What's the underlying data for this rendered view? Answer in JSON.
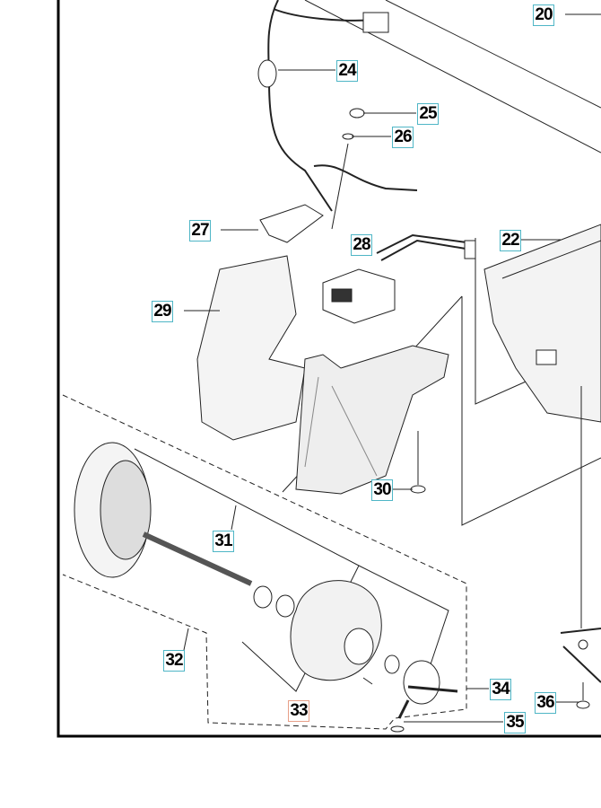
{
  "diagram": {
    "callouts": [
      {
        "id": "20",
        "label": "20"
      },
      {
        "id": "24",
        "label": "24"
      },
      {
        "id": "25",
        "label": "25"
      },
      {
        "id": "26",
        "label": "26"
      },
      {
        "id": "27",
        "label": "27"
      },
      {
        "id": "22",
        "label": "22"
      },
      {
        "id": "28",
        "label": "28"
      },
      {
        "id": "29",
        "label": "29"
      },
      {
        "id": "30",
        "label": "30"
      },
      {
        "id": "31",
        "label": "31"
      },
      {
        "id": "32",
        "label": "32"
      },
      {
        "id": "33",
        "label": "33"
      },
      {
        "id": "34",
        "label": "34"
      },
      {
        "id": "36",
        "label": "36"
      },
      {
        "id": "35",
        "label": "35"
      }
    ],
    "selected_callout": "33",
    "colors": {
      "callout_border": "#4fb6c6",
      "selected_border": "#e8a088",
      "line": "#000000"
    }
  }
}
